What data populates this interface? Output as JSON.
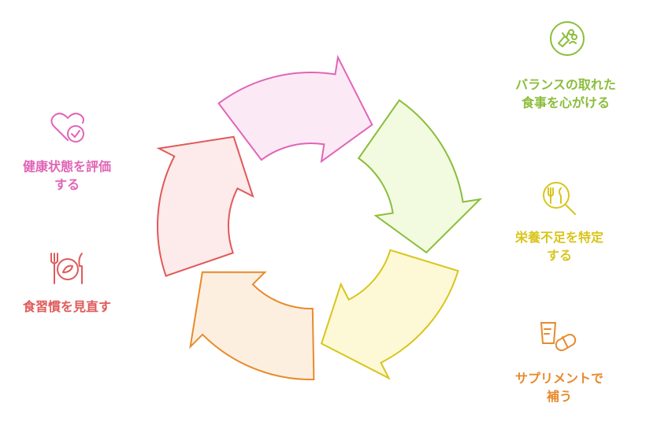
{
  "colors": {
    "green": "#8bbd3c",
    "yellow": "#d9c51c",
    "orange": "#e88a2c",
    "red": "#e05a5a",
    "pink": "#e065b6"
  },
  "steps": [
    {
      "key": "green",
      "icon": "salad-bowl-icon",
      "lines": [
        "バランスの取れた",
        "食事を心がける"
      ]
    },
    {
      "key": "yellow",
      "icon": "food-search-icon",
      "lines": [
        "栄養不足を特定",
        "する"
      ]
    },
    {
      "key": "orange",
      "icon": "supplement-pill-icon",
      "lines": [
        "サプリメントで",
        "補う"
      ]
    },
    {
      "key": "red",
      "icon": "plate-fork-knife-icon",
      "lines": [
        "食習慣を見直す"
      ]
    },
    {
      "key": "pink",
      "icon": "heart-check-icon",
      "lines": [
        "健康状態を評価",
        "する"
      ]
    }
  ]
}
